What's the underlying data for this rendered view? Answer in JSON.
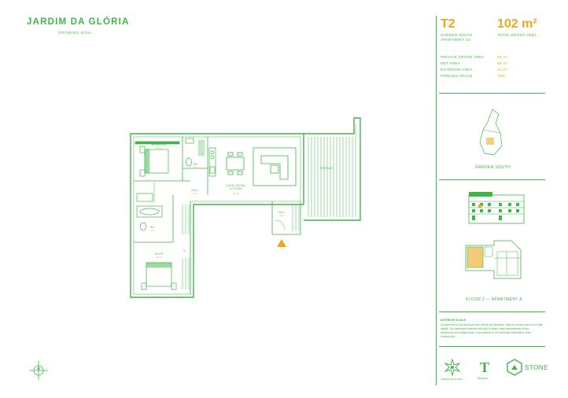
{
  "brand": {
    "name": "JARDIM DA GLÓRIA",
    "tagline": "GROWING SOUL"
  },
  "unit": {
    "type": "T2",
    "subtitle_line1": "GARDEN SOUTH",
    "subtitle_line2": "APARTMENT 2A",
    "total_area": "102 m²",
    "total_area_label": "TOTAL GROSS AREA"
  },
  "specs": [
    {
      "label": "PRIVATE GROSS AREA",
      "value": "88 m²"
    },
    {
      "label": "NET AREA",
      "value": "69 m²"
    },
    {
      "label": "EXTERIOR AREA",
      "value": "14 m²"
    },
    {
      "label": "PARKING SPACE",
      "value": "TBD"
    }
  ],
  "captions": {
    "location": "GARDEN SOUTH",
    "floor": "FLOOR 2 — APARTMENT A"
  },
  "disclaimer": {
    "title": "INTERIOR SCALE",
    "text": "All elements in this document are merely an indication. May be revised and do not fully legally. The developer reserves the right to freely make amendments to the dimensions and equipments in accordance to the technical necessities of the construction."
  },
  "rooms": [
    {
      "name": "BEDROOM",
      "area": "12 m²"
    },
    {
      "name": "WC",
      "area": "4 m²"
    },
    {
      "name": "HALL",
      "area": "4 m²"
    },
    {
      "name": "LIVING ROOM / KITCHEN",
      "area": "34 m²"
    },
    {
      "name": "TERRACE",
      "area": ""
    },
    {
      "name": "HALL",
      "area": "3 m²"
    },
    {
      "name": "WC",
      "area": "4 m²"
    },
    {
      "name": "SUITE",
      "area": "16 m²"
    },
    {
      "name": "CL",
      "area": ""
    }
  ],
  "footer": {
    "logo1": "JARDIM DA GLÓRIA",
    "logo2": "Teixeira",
    "logo3": "STONE"
  },
  "colors": {
    "primary": "#3fb54a",
    "accent": "#e8a91c"
  },
  "icons": [
    "compass-icon",
    "entrance-triangle-icon",
    "star-emblem-icon",
    "t-letter-logo-icon",
    "stone-hex-logo-icon"
  ]
}
